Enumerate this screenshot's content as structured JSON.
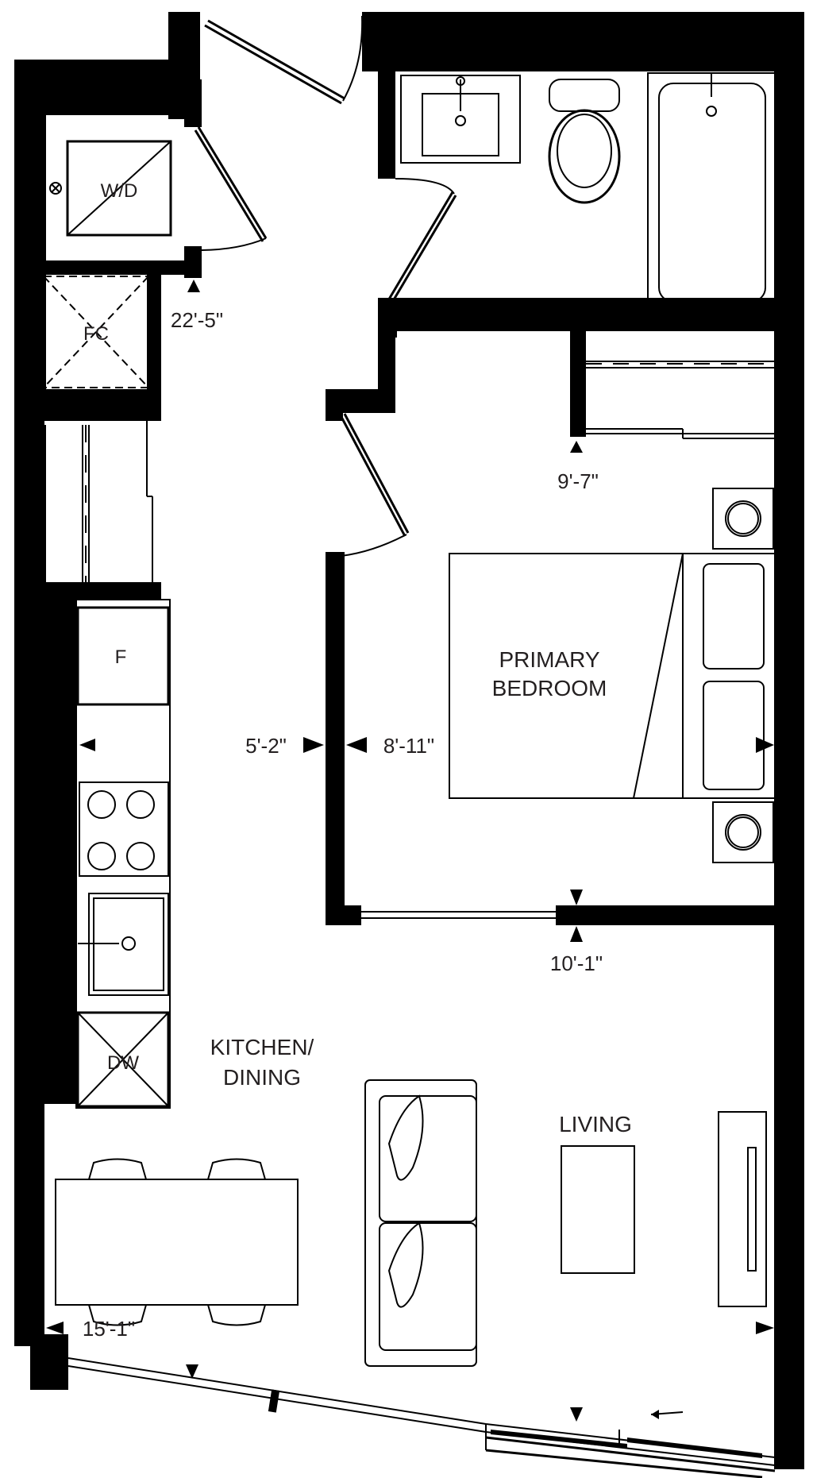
{
  "rooms": {
    "primary_bedroom_line1": "PRIMARY",
    "primary_bedroom_line2": "BEDROOM",
    "kitchen_line1": "KITCHEN/",
    "kitchen_line2": "DINING",
    "living": "LIVING"
  },
  "appliances": {
    "washer_dryer": "W/D",
    "fan_coil": "FC",
    "fridge": "F",
    "dishwasher": "DW"
  },
  "dimensions": {
    "entry_depth": "22'-5\"",
    "bedroom_width": "9'-7\"",
    "kitchen_width": "5'-2\"",
    "bedroom_length": "8'-11\"",
    "bedroom_depth": "10'-1\"",
    "living_width": "15'-1\""
  }
}
